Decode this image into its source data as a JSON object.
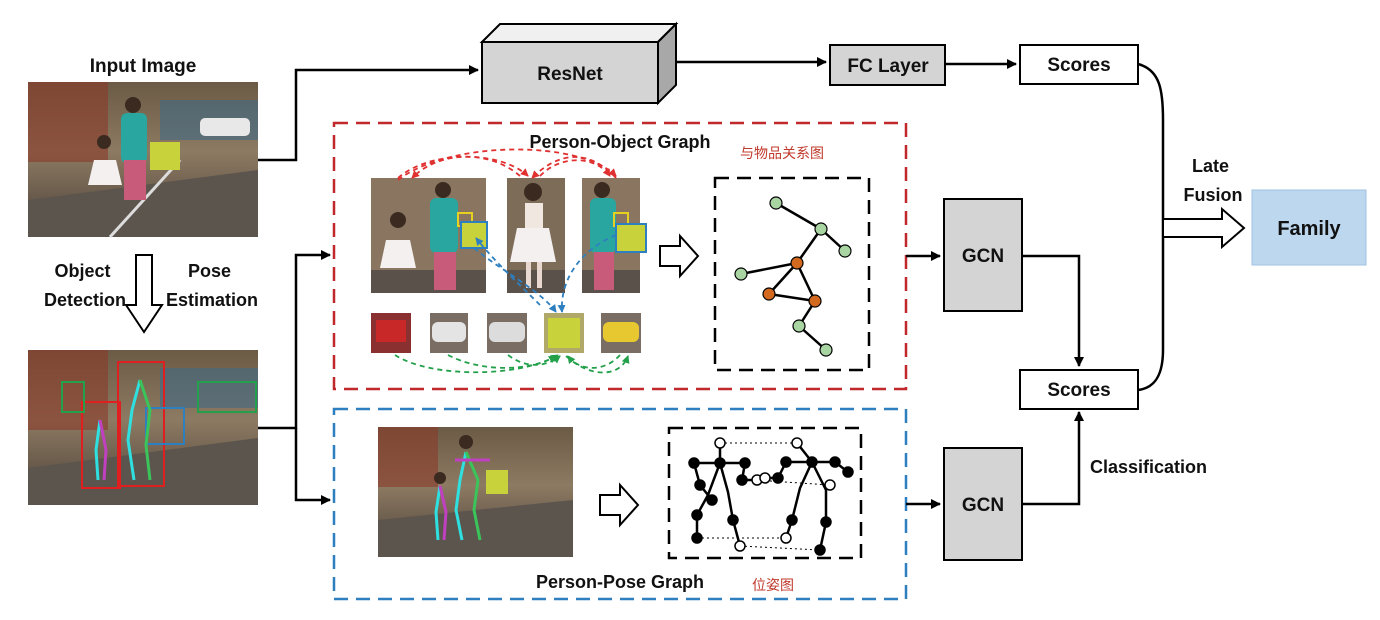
{
  "input": {
    "title": "Input Image"
  },
  "steps": {
    "detection": "Object\nDetection",
    "pose": "Pose\nEstimation"
  },
  "resnet": {
    "label": "ResNet"
  },
  "fc": {
    "label": "FC Layer"
  },
  "scores_top": {
    "label": "Scores"
  },
  "scores_mid": {
    "label": "Scores"
  },
  "fusion": {
    "label": "Late\nFusion"
  },
  "output": {
    "label": "Family"
  },
  "classification": {
    "label": "Classification"
  },
  "gcn_object": {
    "label": "GCN"
  },
  "gcn_pose": {
    "label": "GCN"
  },
  "object_graph": {
    "title": "Person-Object Graph",
    "note_cn": "与物品关系图"
  },
  "pose_graph": {
    "title": "Person-Pose Graph",
    "note_cn": "位姿图"
  },
  "colors": {
    "object_border": "#c0282c",
    "pose_border": "#2e7fc0",
    "box_fill": "#d9d9d9",
    "family_fill": "#bdd7ee",
    "node_orange": "#d2691e",
    "node_green": "#a8d5a2"
  }
}
